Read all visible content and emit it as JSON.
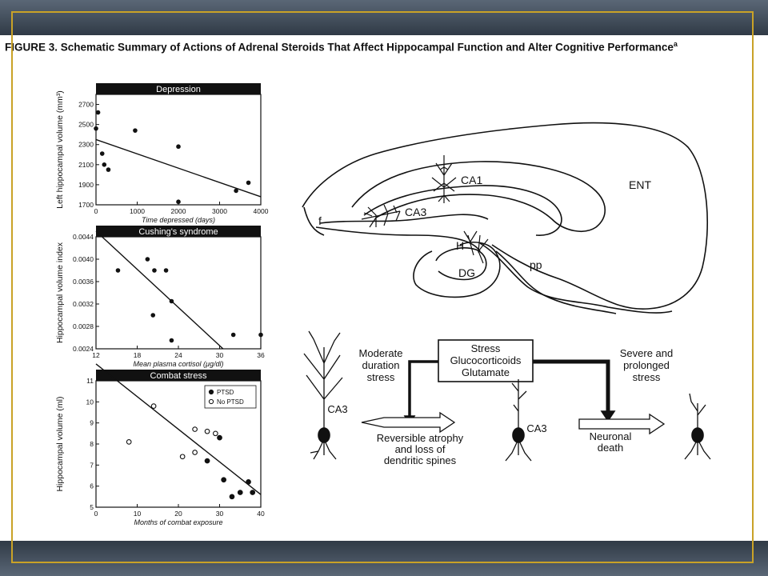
{
  "figure": {
    "title": "FIGURE 3. Schematic Summary of Actions of Adrenal Steroids That Affect Hippocampal Function and Alter Cognitive Performance",
    "title_sup": "a"
  },
  "colors": {
    "frame": "#2b3440",
    "border_accent": "#c9a227",
    "panel_bg": "#ffffff",
    "ink": "#111111"
  },
  "chart_data": [
    {
      "type": "scatter",
      "title": "Depression",
      "xlabel": "Time depressed (days)",
      "ylabel": "Left hippocampal volume (mm³)",
      "xlim": [
        0,
        4000
      ],
      "ylim": [
        1700,
        2800
      ],
      "x_ticks": [
        "0",
        "1000",
        "2000",
        "3000",
        "4000"
      ],
      "y_ticks": [
        "1700",
        "1900",
        "2100",
        "2300",
        "2500",
        "2700"
      ],
      "points": [
        [
          0,
          2460
        ],
        [
          50,
          2620
        ],
        [
          150,
          2210
        ],
        [
          200,
          2100
        ],
        [
          300,
          2050
        ],
        [
          950,
          2440
        ],
        [
          2000,
          2280
        ],
        [
          2000,
          1730
        ],
        [
          3400,
          1840
        ],
        [
          3700,
          1920
        ]
      ],
      "fit": [
        [
          0,
          2350
        ],
        [
          4000,
          1780
        ]
      ]
    },
    {
      "type": "scatter",
      "title": "Cushing's syndrome",
      "xlabel": "Mean plasma cortisol (μg/dl)",
      "ylabel": "Hippocampal volume index",
      "xlim": [
        12,
        36
      ],
      "ylim": [
        0.0024,
        0.0044
      ],
      "x_ticks": [
        "12",
        "18",
        "24",
        "30",
        "36"
      ],
      "y_ticks": [
        "0.0024",
        "0.0028",
        "0.0032",
        "0.0036",
        "0.0040",
        "0.0044"
      ],
      "points": [
        [
          15.2,
          0.0038
        ],
        [
          19.5,
          0.004
        ],
        [
          20.5,
          0.0038
        ],
        [
          22.2,
          0.0038
        ],
        [
          20.3,
          0.003
        ],
        [
          23,
          0.00325
        ],
        [
          23,
          0.00255
        ],
        [
          32,
          0.00265
        ],
        [
          36,
          0.00265
        ]
      ],
      "fit": [
        [
          12,
          0.0045
        ],
        [
          30.5,
          0.0024
        ]
      ]
    },
    {
      "type": "scatter",
      "title": "Combat stress",
      "xlabel": "Months of combat exposure",
      "ylabel": "Hippocampal volume (ml)",
      "xlim": [
        0,
        40
      ],
      "ylim": [
        5,
        11
      ],
      "x_ticks": [
        "0",
        "10",
        "20",
        "30",
        "40"
      ],
      "y_ticks": [
        "5",
        "6",
        "7",
        "8",
        "9",
        "10",
        "11"
      ],
      "legend": [
        "PTSD",
        "No PTSD"
      ],
      "series": [
        {
          "name": "PTSD",
          "filled": true,
          "points": [
            [
              27,
              7.2
            ],
            [
              30,
              8.3
            ],
            [
              31,
              6.3
            ],
            [
              33,
              5.5
            ],
            [
              35,
              5.7
            ],
            [
              37,
              6.2
            ],
            [
              38,
              5.7
            ]
          ]
        },
        {
          "name": "No PTSD",
          "filled": false,
          "points": [
            [
              8,
              8.1
            ],
            [
              14,
              9.8
            ],
            [
              21,
              7.4
            ],
            [
              24,
              7.6
            ],
            [
              24,
              8.7
            ],
            [
              27,
              8.6
            ],
            [
              29,
              8.5
            ]
          ]
        }
      ],
      "fit": [
        [
          0,
          11.8
        ],
        [
          40,
          5.6
        ]
      ]
    }
  ],
  "diagram": {
    "labels": {
      "ca1": "CA1",
      "ca3": "CA3",
      "ent": "ENT",
      "f": "f",
      "h": "H",
      "dg": "DG",
      "pp": "pp"
    },
    "stress_box": {
      "line1": "Stress",
      "line2": "Glucocorticoids",
      "line3": "Glutamate"
    },
    "left_branch": {
      "line1": "Moderate",
      "line2": "duration",
      "line3": "stress",
      "outcome1": "Reversible atrophy",
      "outcome2": "and loss of",
      "outcome3": "dendritic spines"
    },
    "right_branch": {
      "line1": "Severe and",
      "line2": "prolonged",
      "line3": "stress",
      "outcome1": "Neuronal",
      "outcome2": "death"
    },
    "neuron_labels": {
      "left": "CA3",
      "middle": "CA3"
    }
  }
}
